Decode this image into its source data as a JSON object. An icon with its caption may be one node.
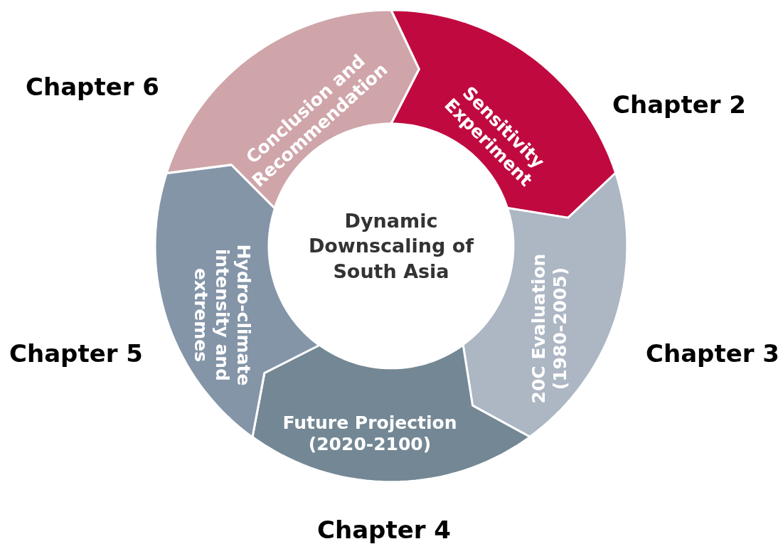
{
  "diagram": {
    "nodes": [
      {
        "text": [
          "Conclusion and Recommendation"
        ],
        "beside": [
          "Chapter 6"
        ]
      },
      {
        "text": [
          "Sensitivity Experiment"
        ],
        "beside": [
          "Chapter 2"
        ]
      },
      {
        "text": [
          "20C Evaluation (1980-2005)"
        ],
        "beside": [
          "Chapter 3"
        ]
      },
      {
        "text": [
          "Future Projection (2020-2100)"
        ],
        "beside": [
          "Chapter 4"
        ]
      },
      {
        "text": [
          "Hydro-climate intensity and extremes"
        ],
        "beside": [
          "Chapter 5"
        ]
      },
      {
        "text": [
          "Dynamic Downscaling of South Asia"
        ]
      }
    ],
    "edges": []
  }
}
